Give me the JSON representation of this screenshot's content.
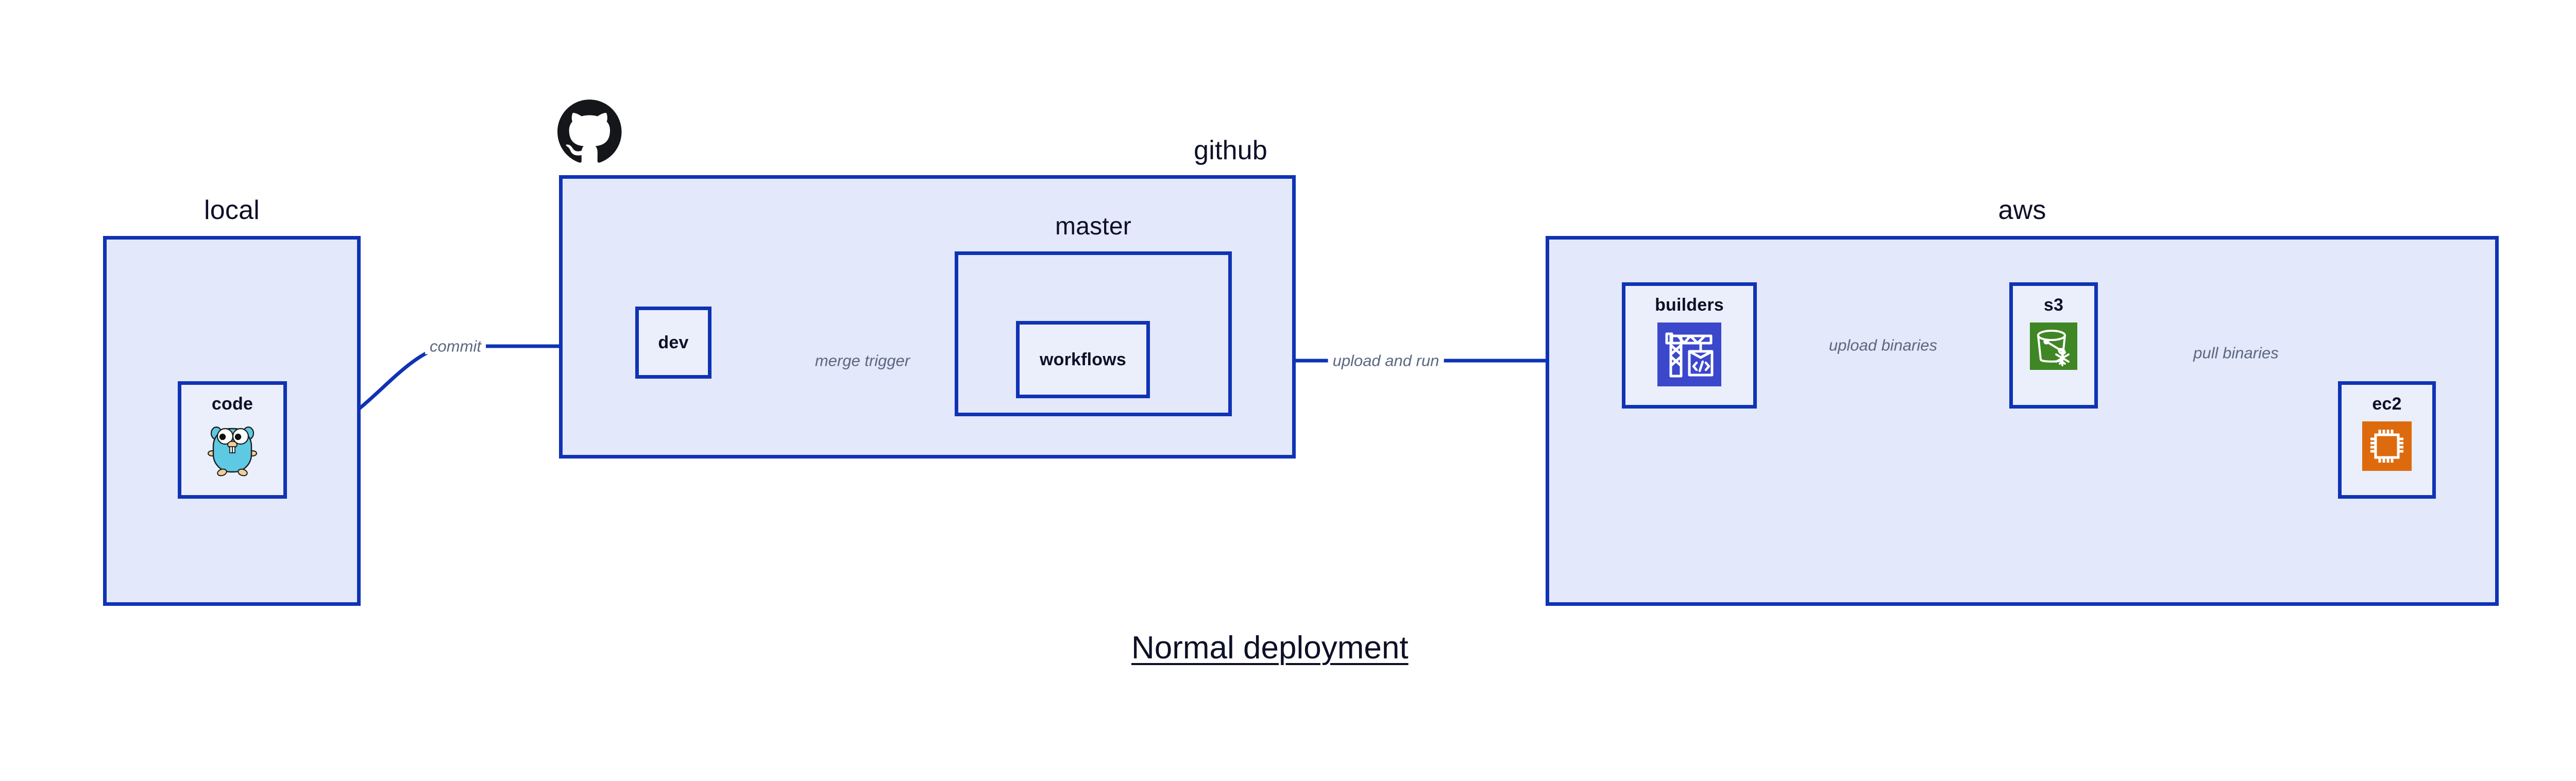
{
  "title": "Normal deployment",
  "colors": {
    "group_fill": "#e3e8fa",
    "group_stroke": "#0f33b5",
    "node_fill": "#eaeffb",
    "node_stroke": "#0f33b5",
    "edge_stroke": "#0f33b5",
    "edge_label_text": "#5c6780",
    "title_text": "#0d1026",
    "page_background": "#ffffff",
    "go_gopher_body": "#5dc9e2",
    "builders_icon_bg": "#3b48cc",
    "s3_icon_bg": "#3f8624",
    "ec2_icon_bg": "#dd6b0d",
    "octocat": "#14161a"
  },
  "groups": [
    {
      "id": "local",
      "label": "local",
      "label_align": "center"
    },
    {
      "id": "github",
      "label": "github",
      "label_align": "right"
    },
    {
      "id": "aws",
      "label": "aws",
      "label_align": "center"
    },
    {
      "id": "master",
      "label": "master",
      "label_align": "center"
    }
  ],
  "nodes": [
    {
      "id": "code",
      "label": "code",
      "icon": "go-gopher-icon"
    },
    {
      "id": "dev",
      "label": "dev",
      "icon": null
    },
    {
      "id": "workflows",
      "label": "workflows",
      "icon": null
    },
    {
      "id": "builders",
      "label": "builders",
      "icon": "crane-code-icon"
    },
    {
      "id": "s3",
      "label": "s3",
      "icon": "s3-bucket-icon"
    },
    {
      "id": "ec2",
      "label": "ec2",
      "icon": "cpu-chip-icon"
    }
  ],
  "edges": [
    {
      "id": "commit",
      "label": "commit",
      "from": "code",
      "to": "dev",
      "style": "curved"
    },
    {
      "id": "merge-trigger",
      "label": "merge trigger",
      "from": "dev",
      "to": "workflows",
      "style": "straight"
    },
    {
      "id": "upload-and-run",
      "label": "upload and run",
      "from": "workflows",
      "to": "builders",
      "style": "straight"
    },
    {
      "id": "upload-binaries",
      "label": "upload binaries",
      "from": "builders",
      "to": "s3",
      "style": "straight"
    },
    {
      "id": "pull-binaries",
      "label": "pull binaries",
      "from": "s3",
      "to": "ec2",
      "style": "curved"
    }
  ],
  "octocat_icon": "github-octocat-icon"
}
